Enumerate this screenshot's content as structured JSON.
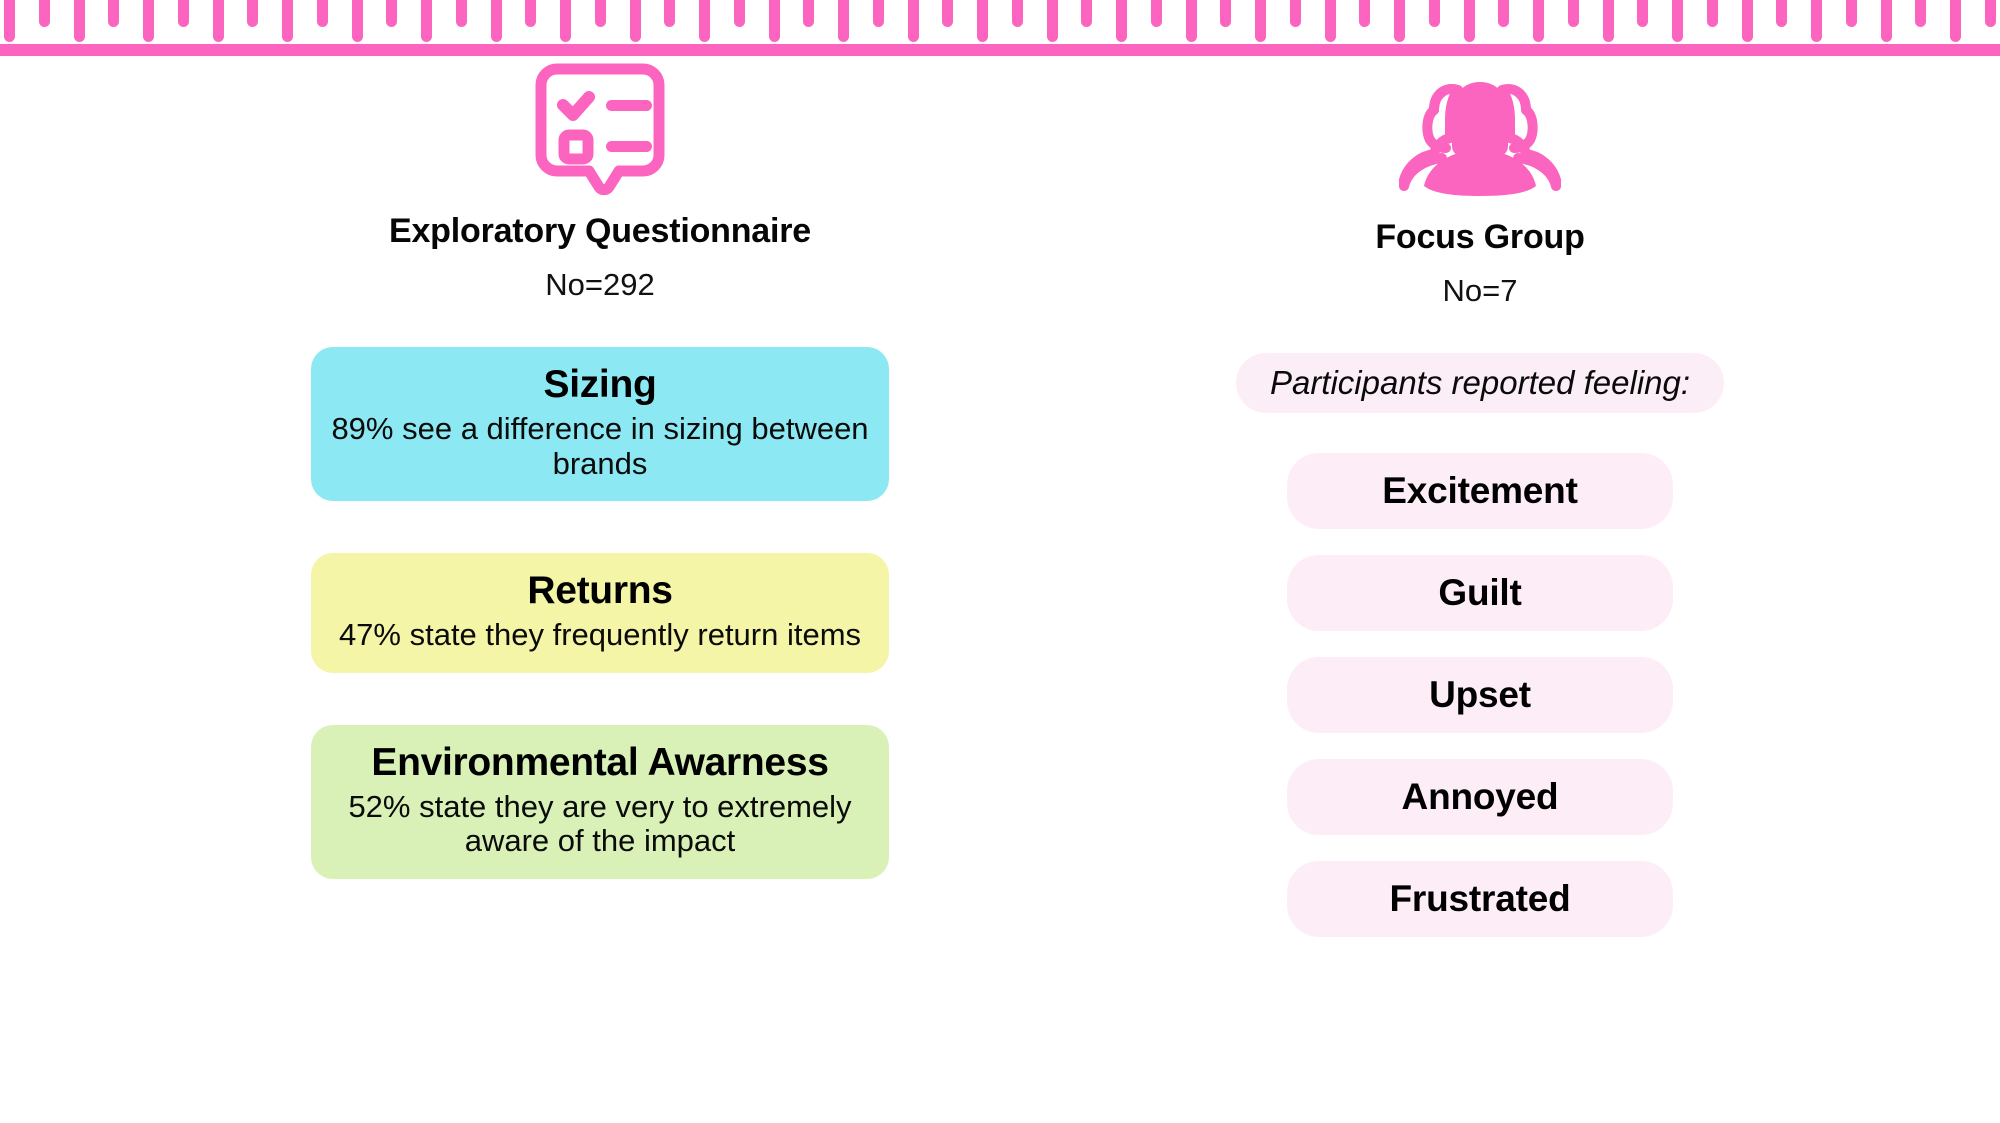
{
  "decor": {
    "ruler": {
      "name": "pink-ruler-band",
      "color": "#fb64bf",
      "tick_count": 58
    }
  },
  "methods": [
    {
      "icon": "questionnaire-icon",
      "title": "Exploratory Questionnaire",
      "count": "No=292",
      "cards": [
        {
          "title": "Sizing",
          "desc": "89% see a difference in sizing between brands",
          "color": "#8ce8f2",
          "percent": 89
        },
        {
          "title": "Returns",
          "desc": "47% state they frequently return items",
          "color": "#f4f5a6",
          "percent": 47
        },
        {
          "title": "Environmental Awarness",
          "desc": "52% state they are very to extremely aware of the impact",
          "color": "#d9f1b6",
          "percent": 52
        }
      ]
    },
    {
      "icon": "focus-group-icon",
      "title": "Focus Group",
      "count": "No=7",
      "feelings_lead": "Participants reported feeling:",
      "feelings": [
        "Excitement",
        "Guilt",
        "Upset",
        "Annoyed",
        "Frustrated"
      ],
      "pill_color": "#fcedf7"
    }
  ]
}
